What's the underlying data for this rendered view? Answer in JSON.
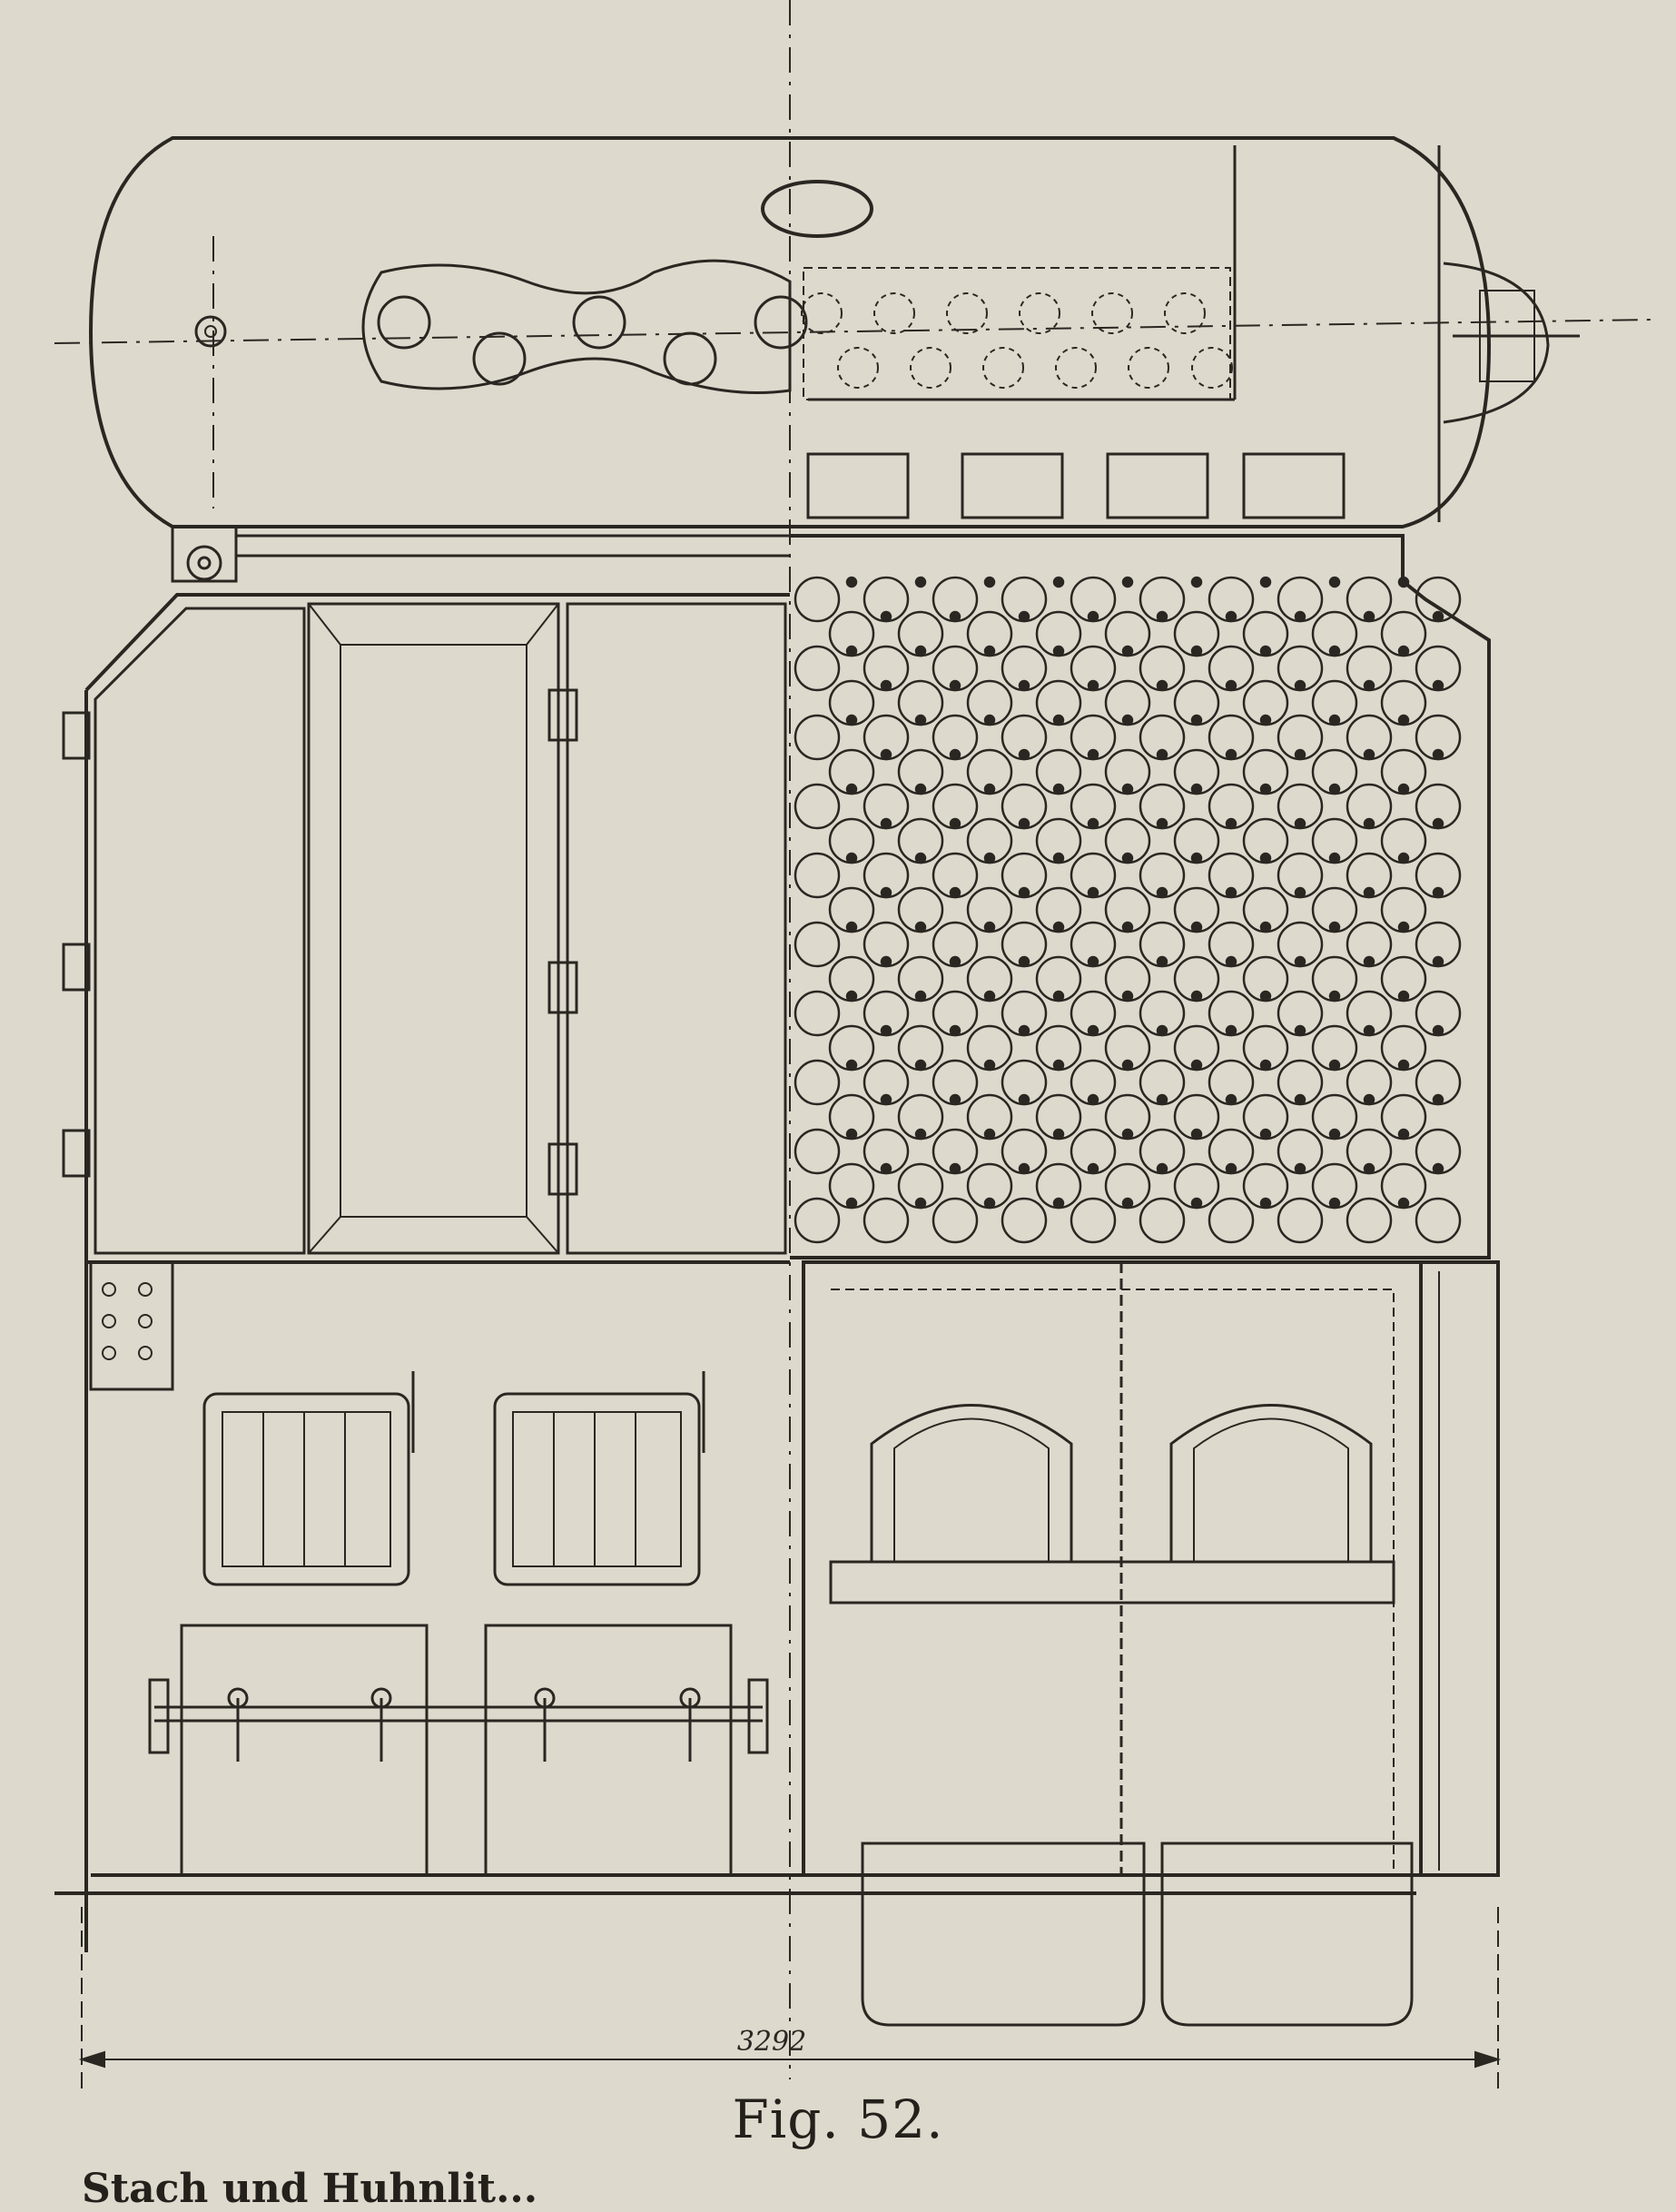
{
  "figure": {
    "dimension_label": "3292",
    "caption": "Fig. 52.",
    "bottom_text_fragment": "Stach und Huhnlit..."
  },
  "colors": {
    "paper": "#ded9cd",
    "ink": "#2a2722"
  }
}
